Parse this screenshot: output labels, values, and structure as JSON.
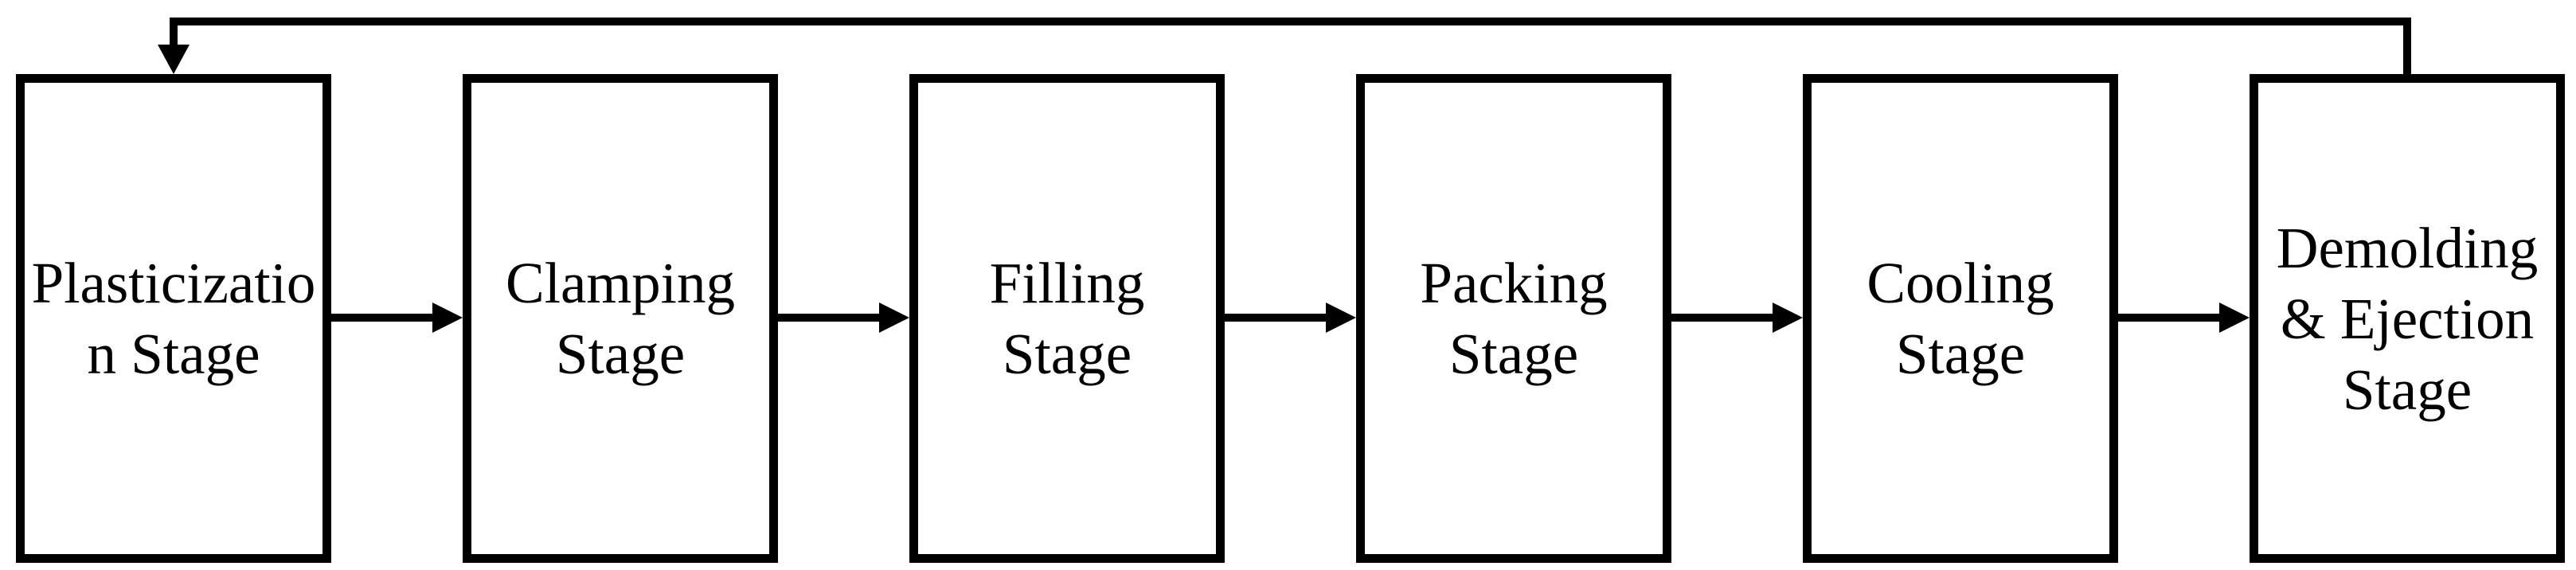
{
  "diagram": {
    "background_color": "#ffffff",
    "line_color": "#000000",
    "stages": [
      {
        "id": "plasticization",
        "label": "Plasticization Stage",
        "lines": [
          "Plasticizatio",
          "n Stage"
        ]
      },
      {
        "id": "clamping",
        "label": "Clamping Stage",
        "lines": [
          "Clamping",
          "Stage"
        ]
      },
      {
        "id": "filling",
        "label": "Filling Stage",
        "lines": [
          "Filling Stage"
        ]
      },
      {
        "id": "packing",
        "label": "Packing Stage",
        "lines": [
          "Packing",
          "Stage"
        ]
      },
      {
        "id": "cooling",
        "label": "Cooling Stage",
        "lines": [
          "Cooling",
          "Stage"
        ]
      },
      {
        "id": "demolding-ejection",
        "label": "Demolding & Ejection Stage",
        "lines": [
          "Demolding",
          "& Ejection",
          "Stage"
        ]
      }
    ],
    "flow": {
      "sequence": [
        "Plasticization Stage",
        "Clamping Stage",
        "Filling Stage",
        "Packing Stage",
        "Cooling Stage",
        "Demolding & Ejection Stage"
      ],
      "loop_back": {
        "from": "Demolding & Ejection Stage",
        "to": "Plasticization Stage"
      }
    }
  }
}
